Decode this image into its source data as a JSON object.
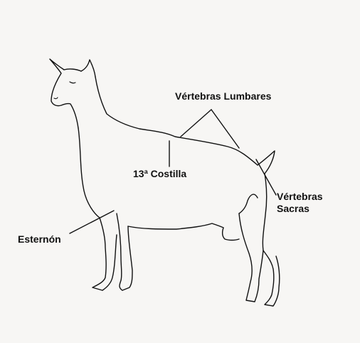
{
  "diagram": {
    "labels": {
      "vertebras_lumbares": "Vértebras Lumbares",
      "costilla": "13ª Costilla",
      "vertebras_sacras_line1": "Vértebras",
      "vertebras_sacras_line2": "Sacras",
      "esternon": "Esternón"
    },
    "colors": {
      "background": "#f7f6f4",
      "ink": "#111111"
    }
  }
}
